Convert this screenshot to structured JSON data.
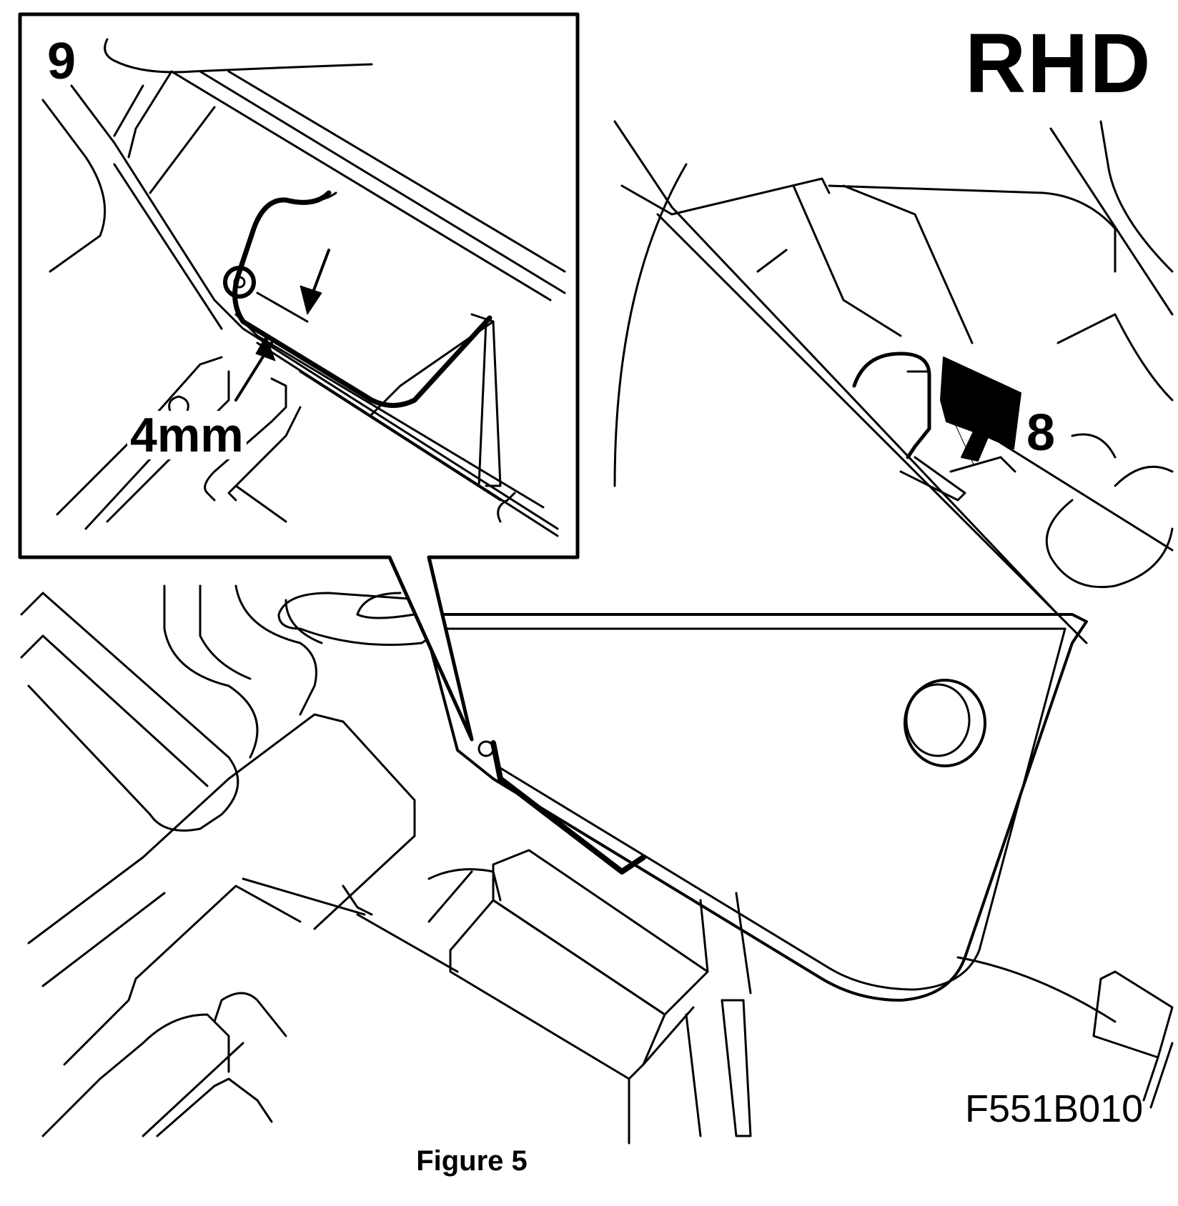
{
  "figure": {
    "orientation_label": "RHD",
    "callout_inset": "9",
    "callout_main": "8",
    "dimension": "4mm",
    "image_code": "F551B010",
    "caption": "Figure 5"
  },
  "colors": {
    "line": "#000000",
    "background": "#ffffff"
  }
}
